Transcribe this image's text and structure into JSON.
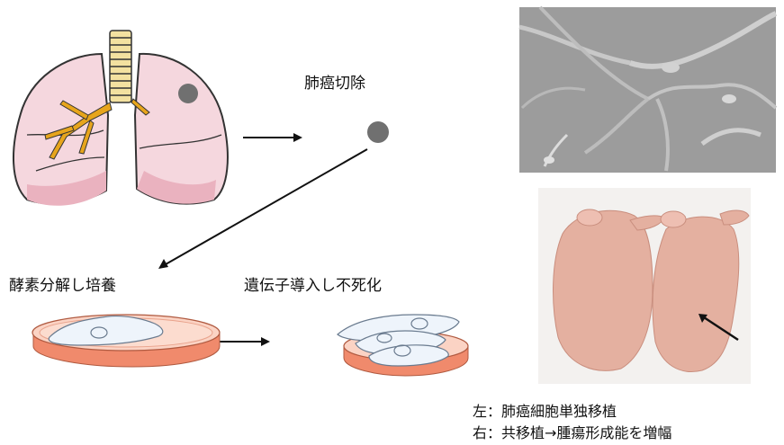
{
  "steps": {
    "resection": "肺癌切除",
    "culture": "酵素分解し培養",
    "immortalize": "遺伝子導入し不死化"
  },
  "caption": {
    "left": "左：肺癌細胞単独移植",
    "right": "右：共移植→腫瘍形成能を増幅"
  },
  "colors": {
    "lung_fill": "#f5d7de",
    "lung_stroke": "#333333",
    "bronchi": "#e7a51c",
    "trachea": "#f3e1a0",
    "tumor": "#707070",
    "dish_rim": "#f08a6c",
    "dish_fill": "#fbd3c4",
    "cell_fill": "#eef4fb",
    "cell_stroke": "#6a7b8f",
    "micro_bg": "#9c9c9c",
    "mouse_body": "#e4b0a0",
    "photo_bg": "#f3f1ef"
  }
}
